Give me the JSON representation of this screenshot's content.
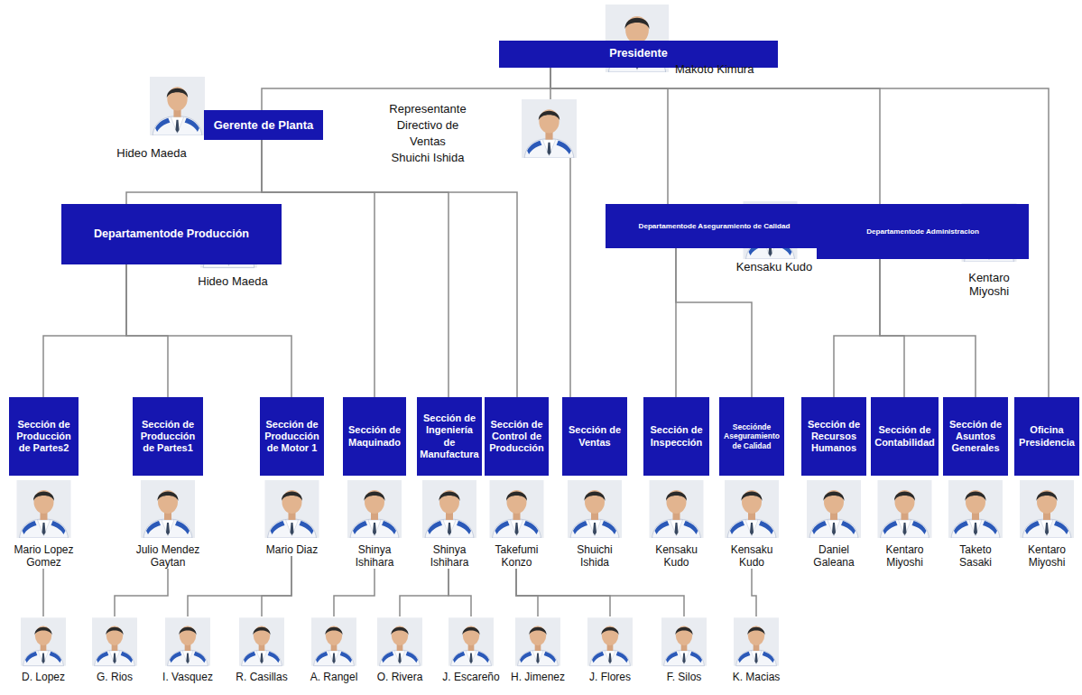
{
  "diagram": {
    "nodes": [
      {
        "text": [
          "Presidente",
          "Makoto Kimura"
        ]
      },
      {
        "text": [
          "Gerente de Planta",
          "Hideo Maeda"
        ]
      },
      {
        "text": [
          "Representante Directivo de Ventas",
          "Shuichi Ishida"
        ]
      },
      {
        "text": [
          "Departamentode Producción",
          "Hideo Maeda"
        ]
      },
      {
        "text": [
          "Departamentode Aseguramiento de Calidad",
          "Kensaku Kudo"
        ]
      },
      {
        "text": [
          "Departamentode Administracion",
          "Kentaro Miyoshi"
        ]
      },
      {
        "text": [
          "Sección de Producción de Partes2",
          "Mario Lopez Gomez"
        ]
      },
      {
        "text": [
          "Sección de Producción de Partes1",
          "Julio Mendez Gaytan"
        ]
      },
      {
        "text": [
          "Sección de Producción de Motor 1",
          "Mario Diaz"
        ]
      },
      {
        "text": [
          "Sección de Maquinado",
          "Shinya Ishihara"
        ]
      },
      {
        "text": [
          "Sección de Ingeniería de Manufactura",
          "Shinya Ishihara"
        ]
      },
      {
        "text": [
          "Sección de Control de Producción",
          "Takefumi Konzo"
        ]
      },
      {
        "text": [
          "Sección de Ventas",
          "Shuichi Ishida"
        ]
      },
      {
        "text": [
          "Sección de Inspección",
          "Kensaku Kudo"
        ]
      },
      {
        "text": [
          "Secciónde Aseguramiento de Calidad",
          "Kensaku Kudo"
        ]
      },
      {
        "text": [
          "Sección de Recursos Humanos",
          "Daniel Galeana"
        ]
      },
      {
        "text": [
          "Sección de Contabilidad",
          "Kentaro Miyoshi"
        ]
      },
      {
        "text": [
          "Sección de Asuntos Generales",
          "Taketo Sasaki"
        ]
      },
      {
        "text": [
          "Oficina Presidencia",
          "Kentaro Miyoshi"
        ]
      },
      {
        "text": [
          "D. Lopez"
        ]
      },
      {
        "text": [
          "G. Rios"
        ]
      },
      {
        "text": [
          "I. Vasquez"
        ]
      },
      {
        "text": [
          "R. Casillas"
        ]
      },
      {
        "text": [
          "A. Rangel"
        ]
      },
      {
        "text": [
          "O. Rivera"
        ]
      },
      {
        "text": [
          "J. Escareño"
        ]
      },
      {
        "text": [
          "H. Jimenez"
        ]
      },
      {
        "text": [
          "J. Flores"
        ]
      },
      {
        "text": [
          "F. Silos"
        ]
      },
      {
        "text": [
          "K. Macias"
        ]
      }
    ],
    "edges": [
      {
        "from": 0,
        "to": 1,
        "arrow": "none"
      },
      {
        "from": 0,
        "to": 2,
        "arrow": "none"
      },
      {
        "from": 0,
        "to": 4,
        "arrow": "none"
      },
      {
        "from": 0,
        "to": 5,
        "arrow": "none"
      },
      {
        "from": 0,
        "to": 18,
        "arrow": "none"
      },
      {
        "from": 1,
        "to": 3,
        "arrow": "none"
      },
      {
        "from": 1,
        "to": 9,
        "arrow": "none"
      },
      {
        "from": 1,
        "to": 10,
        "arrow": "none"
      },
      {
        "from": 1,
        "to": 11,
        "arrow": "none"
      },
      {
        "from": 2,
        "to": 12,
        "arrow": "none"
      },
      {
        "from": 3,
        "to": 6,
        "arrow": "none"
      },
      {
        "from": 3,
        "to": 7,
        "arrow": "none"
      },
      {
        "from": 3,
        "to": 8,
        "arrow": "none"
      },
      {
        "from": 4,
        "to": 13,
        "arrow": "none"
      },
      {
        "from": 4,
        "to": 14,
        "arrow": "none"
      },
      {
        "from": 5,
        "to": 15,
        "arrow": "none"
      },
      {
        "from": 5,
        "to": 16,
        "arrow": "none"
      },
      {
        "from": 5,
        "to": 17,
        "arrow": "none"
      },
      {
        "from": 6,
        "to": 19,
        "arrow": "none"
      },
      {
        "from": 7,
        "to": 20,
        "arrow": "none"
      },
      {
        "from": 8,
        "to": 21,
        "arrow": "none"
      },
      {
        "from": 8,
        "to": 22,
        "arrow": "none"
      },
      {
        "from": 9,
        "to": 23,
        "arrow": "none"
      },
      {
        "from": 10,
        "to": 24,
        "arrow": "none"
      },
      {
        "from": 10,
        "to": 25,
        "arrow": "none"
      },
      {
        "from": 11,
        "to": 26,
        "arrow": "none"
      },
      {
        "from": 11,
        "to": 27,
        "arrow": "none"
      },
      {
        "from": 11,
        "to": 28,
        "arrow": "none"
      },
      {
        "from": 14,
        "to": 29,
        "arrow": "none"
      }
    ]
  }
}
